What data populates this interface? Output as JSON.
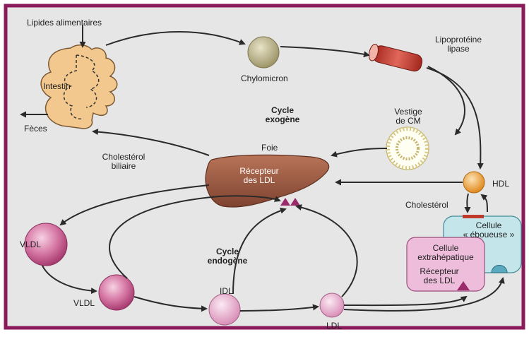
{
  "colors": {
    "border": "#8b1a5b",
    "paper": "#dcdcdc",
    "liver": "#9c5a40",
    "intestine": "#f2c58c",
    "chylomicron": "#b9b08a",
    "vldl": "#c85a8a",
    "idl": "#e6a6c8",
    "hdl": "#f0a640",
    "artery": "#c0392b",
    "cell_scavenger": "#bfe3e6",
    "cell_extrahepatic": "#e8b6d6",
    "receptor": "#9b2a6a"
  },
  "labels": {
    "lipides_alimentaires": "Lipides alimentaires",
    "intestin": "Intestin",
    "feces": "Fèces",
    "chylomicron": "Chylomicron",
    "lipoproteine_line1": "Lipoprotéine",
    "lipoproteine_line2": "lipase",
    "cycle_exogene_line1": "Cycle",
    "cycle_exogene_line2": "exogène",
    "vestige_line1": "Vestige",
    "vestige_line2": "de CM",
    "foie": "Foie",
    "cholesterol_biliaire_line1": "Cholestérol",
    "cholesterol_biliaire_line2": "biliaire",
    "recepteur_ldl_line1": "Récepteur",
    "recepteur_ldl_line2": "des LDL",
    "hdl": "HDL",
    "cholesterol": "Cholestérol",
    "cellule_eboueuse_line1": "Cellule",
    "cellule_eboueuse_line2": "« éboueuse »",
    "cellule_extra_line1": "Cellule",
    "cellule_extra_line2": "extrahépatique",
    "recepteur_cell_line1": "Récepteur",
    "recepteur_cell_line2": "des LDL",
    "vldl_1": "VLDL",
    "vldl_2": "VLDL",
    "cycle_endogene_line1": "Cycle",
    "cycle_endogene_line2": "endogène",
    "idl": "IDL",
    "ldl": "LDL"
  }
}
